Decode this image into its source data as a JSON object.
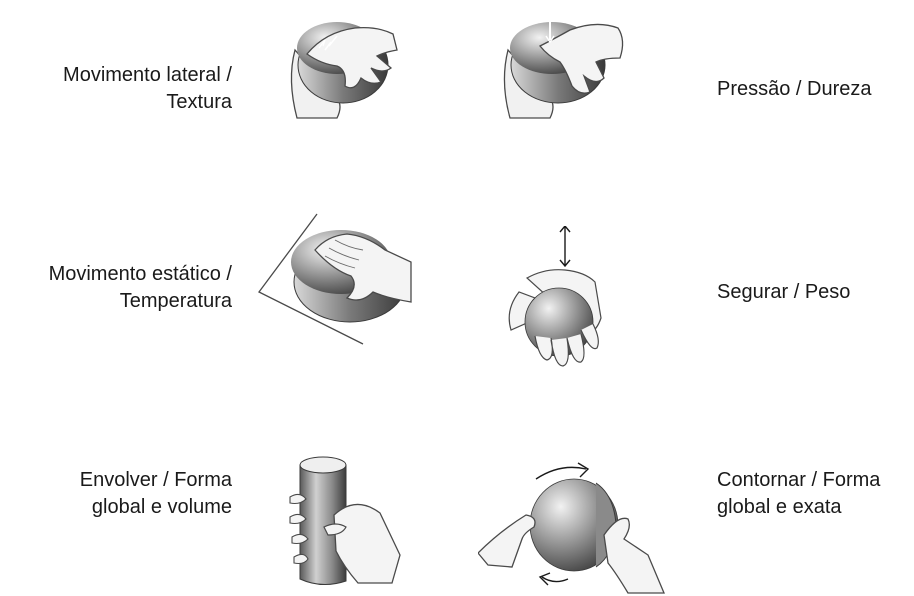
{
  "procedures": [
    {
      "id": "lateral",
      "line1": "Movimento lateral /",
      "line2": "Textura",
      "icon": "hand-rubbing-sphere-icon"
    },
    {
      "id": "pressure",
      "line1": "Pressão / Dureza",
      "line2": "",
      "icon": "finger-pressing-sphere-icon"
    },
    {
      "id": "static",
      "line1": "Movimento estático /",
      "line2": "Temperatura",
      "icon": "hand-resting-on-sphere-icon"
    },
    {
      "id": "hold",
      "line1": "Segurar / Peso",
      "line2": "",
      "icon": "hand-holding-sphere-icon"
    },
    {
      "id": "enclose",
      "line1": "Envolver / Forma",
      "line2": "global e volume",
      "icon": "hand-enclosing-cylinder-icon"
    },
    {
      "id": "contour",
      "line1": "Contornar / Forma",
      "line2": "global e exata",
      "icon": "hands-tracing-sphere-icon"
    }
  ],
  "colors": {
    "skin": "#f1f1f1",
    "outline": "#4a4a4a",
    "sphere_light": "#e6e6e6",
    "sphere_dark": "#3a3a3a"
  }
}
